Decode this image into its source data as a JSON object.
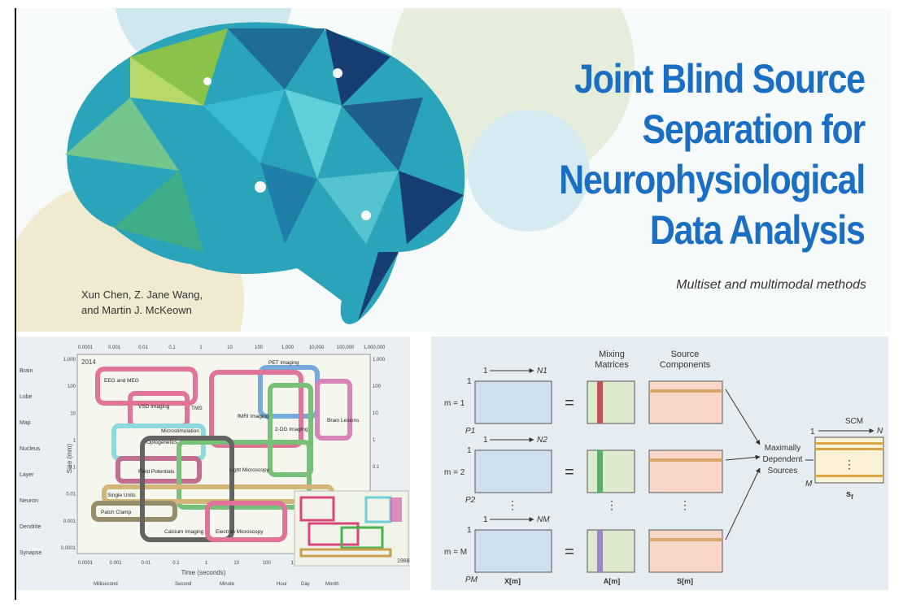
{
  "cover": {
    "title_lines": [
      "Joint Blind Source",
      "Separation for",
      "Neurophysiological",
      "Data Analysis"
    ],
    "subtitle": "Multiset and multimodal methods",
    "authors": [
      "Xun Chen, Z. Jane Wang,",
      "and Martin J. McKeown"
    ],
    "colors": {
      "title": "#1a6fc4",
      "brain_teal": "#2fa3b8",
      "brain_navy": "#173e70"
    }
  },
  "neuro_chart": {
    "year_label": "2014",
    "inset_year": "1988",
    "top_ticks": [
      "0.0001",
      "0.001",
      "0.01",
      "0.1",
      "1",
      "10",
      "100",
      "1,000",
      "10,000",
      "100,000",
      "1,000,000"
    ],
    "bottom_ticks": [
      "0.0001",
      "0.001",
      "0.01",
      "0.1",
      "1",
      "10",
      "100",
      "1,000"
    ],
    "left_ticks": [
      "1,000",
      "100",
      "10",
      "1",
      "0.1",
      "0.01",
      "0.001",
      "0.0001"
    ],
    "right_ticks": [
      "1,000",
      "100",
      "10",
      "1",
      "0.1"
    ],
    "levels": [
      "Brain",
      "Lobe",
      "Map",
      "Nucleus",
      "Layer",
      "Neuron",
      "Dendrite",
      "Synapse"
    ],
    "ylabel": "Size (mm)",
    "xlabel": "Time (seconds)",
    "time_units": [
      "Millisecond",
      "Second",
      "Minute",
      "Hour",
      "Day",
      "Month"
    ],
    "methods": [
      {
        "label": "EEG and MEG",
        "color": "#d9477a"
      },
      {
        "label": "PET Imaging",
        "color": "#4f8fd8"
      },
      {
        "label": "fMRI Imaging",
        "color": "#d9477a"
      },
      {
        "label": "VSD Imaging",
        "color": "#d9477a"
      },
      {
        "label": "TMS",
        "color": "#d9477a"
      },
      {
        "label": "2-DG Imaging",
        "color": "#4caf50"
      },
      {
        "label": "Brain Lesions",
        "color": "#cc5fa8"
      },
      {
        "label": "Microstimulation",
        "color": "#c8a050"
      },
      {
        "label": "Optogenetics",
        "color": "#6ccfd8"
      },
      {
        "label": "Field Potentials",
        "color": "#b04070"
      },
      {
        "label": "Light Microscopy",
        "color": "#4caf50"
      },
      {
        "label": "Single Units",
        "color": "#c8a050"
      },
      {
        "label": "Patch Clamp",
        "color": "#7a6a40"
      },
      {
        "label": "Calcium Imaging",
        "color": "#333333"
      },
      {
        "label": "Electron Microscopy",
        "color": "#d9477a"
      }
    ]
  },
  "bss_diagram": {
    "rows": [
      {
        "m_label": "m = 1",
        "n_label": "N1",
        "p_label": "P1",
        "stripe": "#c0505a"
      },
      {
        "m_label": "m = 2",
        "n_label": "N2",
        "p_label": "P2",
        "stripe": "#5aaa6a"
      },
      {
        "m_label": "m = M",
        "n_label": "NM",
        "p_label": "PM",
        "stripe": "#9a86c0"
      }
    ],
    "one_label": "1",
    "mixing_header": [
      "Mixing",
      "Matrices"
    ],
    "source_header": [
      "Source",
      "Components"
    ],
    "dependent_label": [
      "Maximally",
      "Dependent",
      "Sources"
    ],
    "scm_label": "SCM",
    "scm_n": "N",
    "scm_m": "M",
    "scm_one": "1",
    "scm_name": "s",
    "scm_sub": "f",
    "bottom_labels": [
      "X[m]",
      "A[m]",
      "S[m]"
    ],
    "colors": {
      "x_matrix": "#cfdff0",
      "mixing": "#dde9cc",
      "source": "#f8d6c8",
      "source_stripe": "#d8a46a",
      "scm_band": "#e8c070"
    }
  }
}
